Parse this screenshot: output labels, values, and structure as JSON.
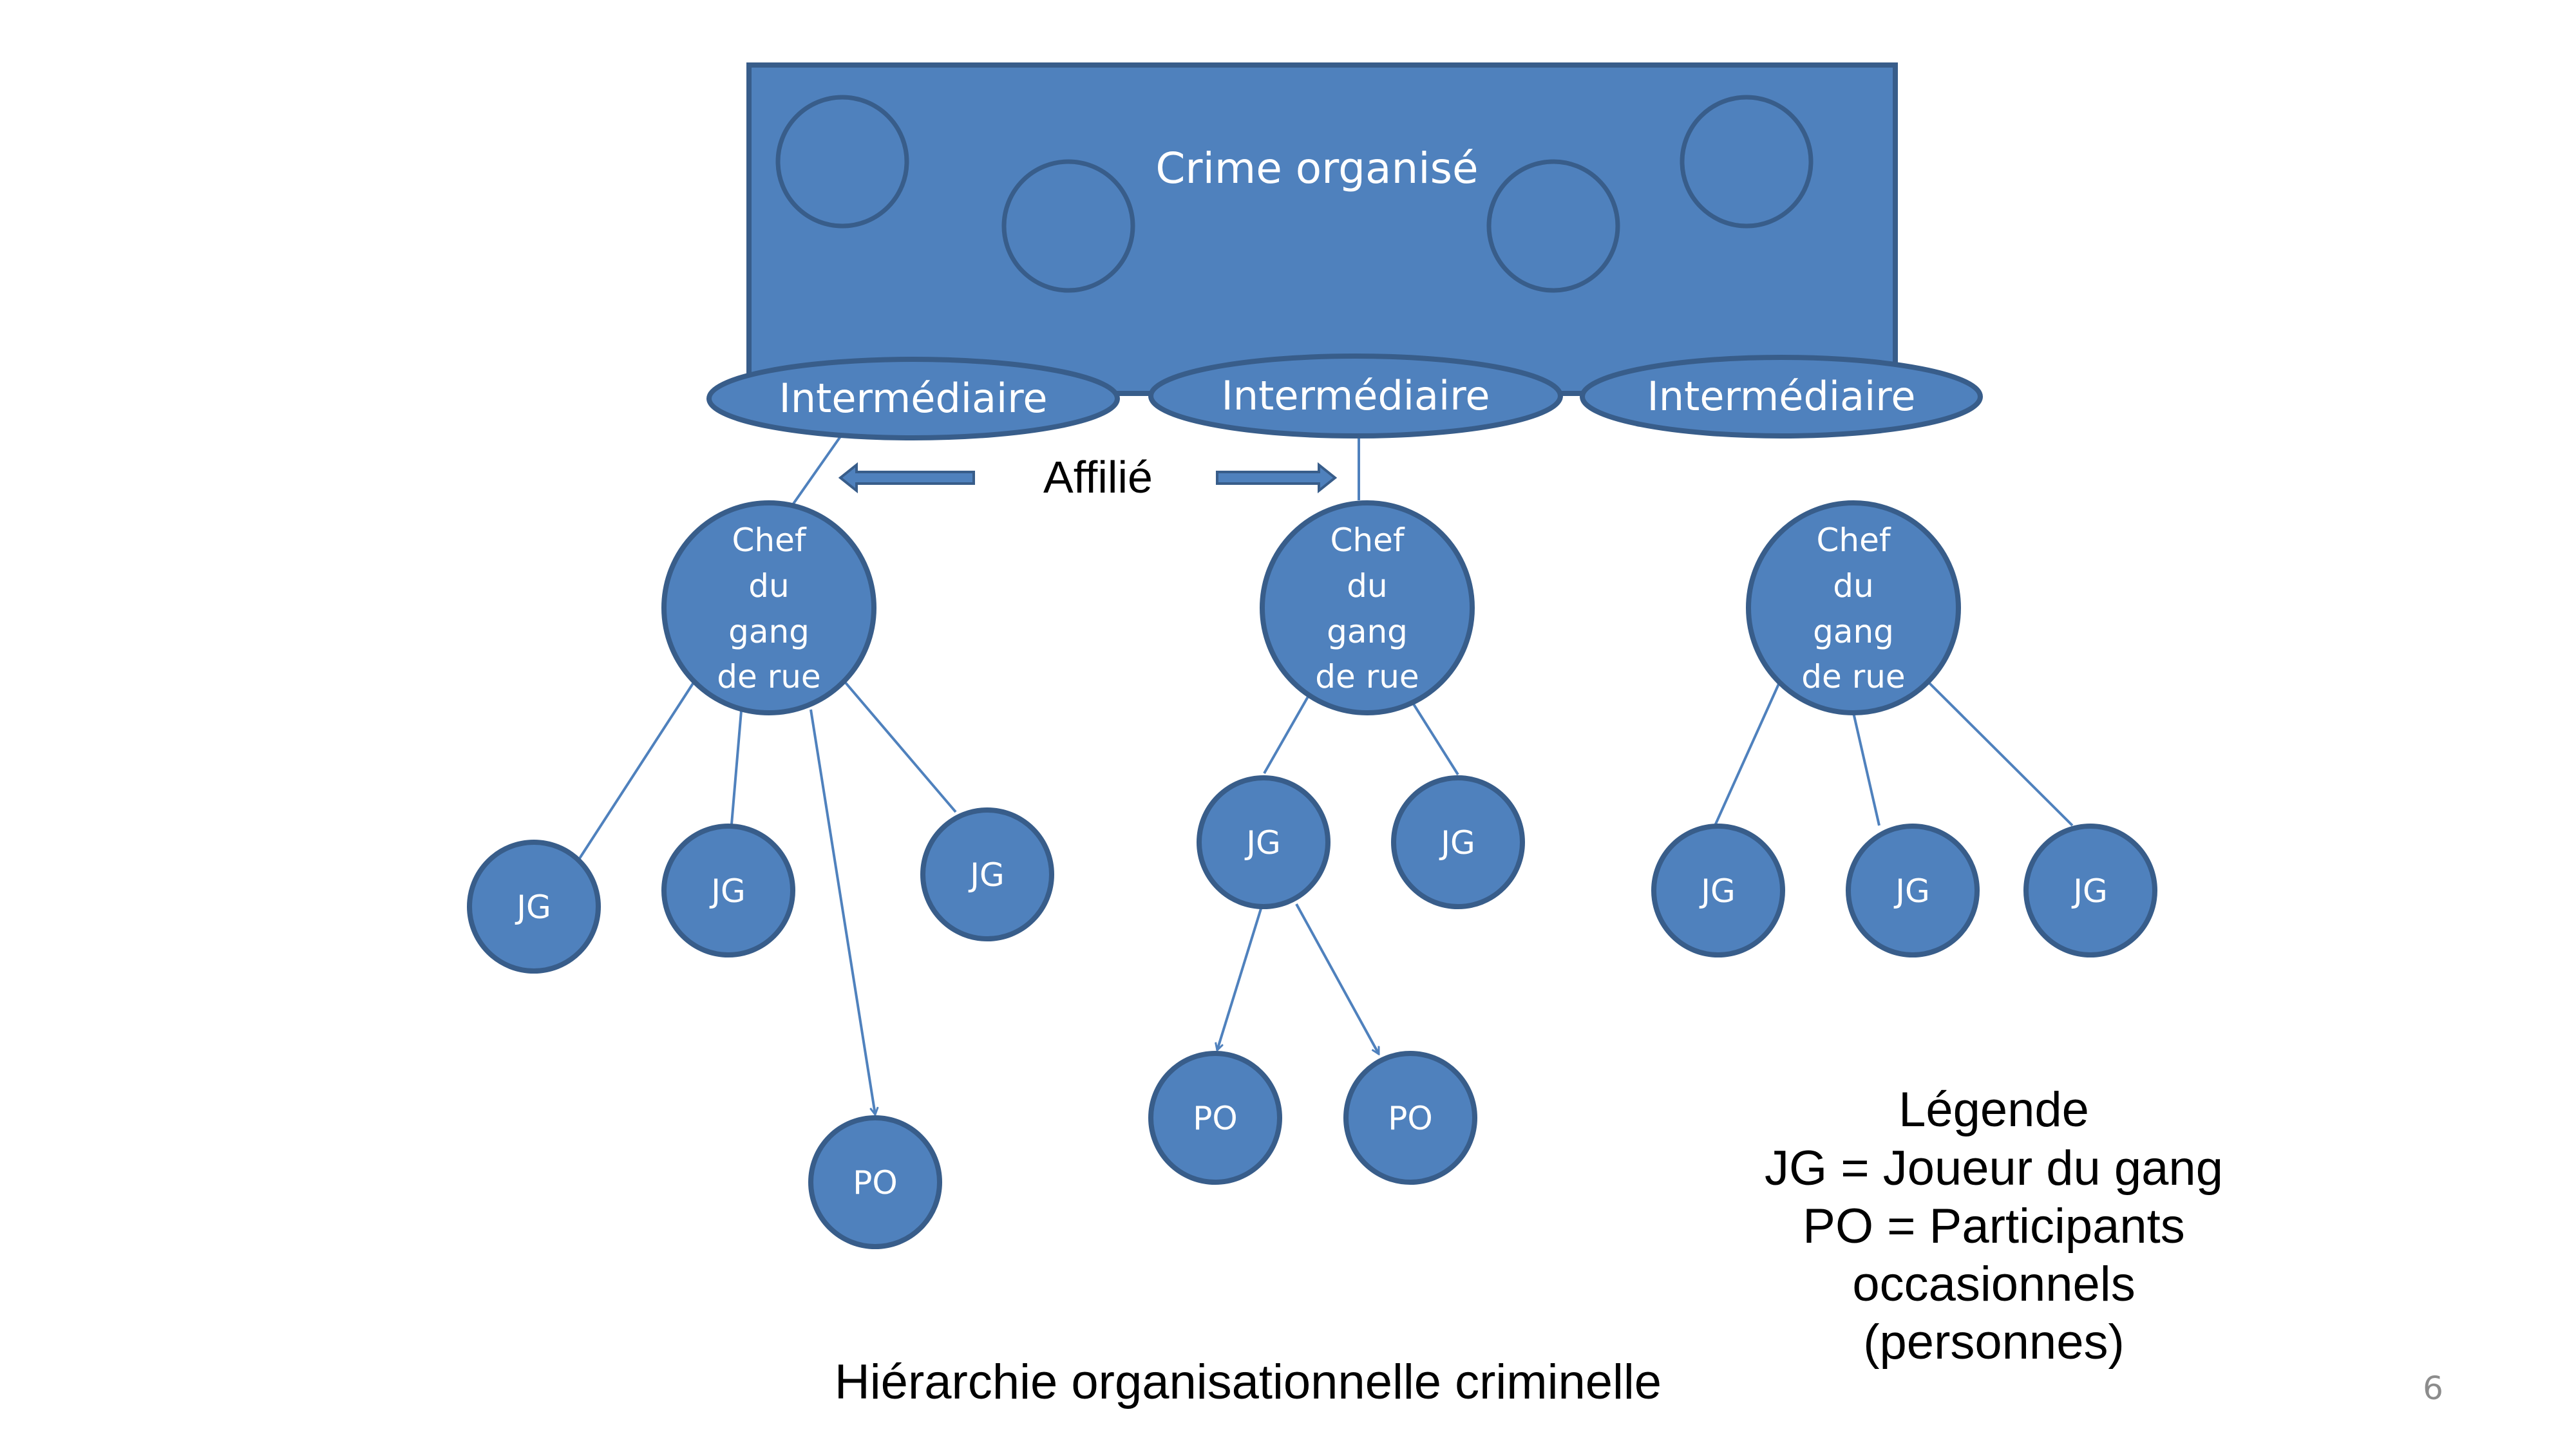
{
  "diagram": {
    "box_label": "Crime organisé",
    "intermediaries": [
      "Intermédiaire",
      "Intermédiaire",
      "Intermédiaire"
    ],
    "affiliated_label": "Affilié",
    "chief_lines": [
      "Chef",
      "du",
      "gang",
      "de rue"
    ],
    "jg_label": "JG",
    "po_label": "PO"
  },
  "legend": {
    "title": "Légende",
    "line1": "JG = Joueur du gang",
    "line2": "PO = Participants",
    "line3": "occasionnels",
    "line4": "(personnes)"
  },
  "caption": "Hiérarchie organisationnelle criminelle",
  "page_number": "6",
  "colors": {
    "fill": "#4f81bd",
    "stroke": "#385d8a",
    "text_light": "#ffffff",
    "text_dark": "#000000",
    "page_number": "#8c8c8c"
  }
}
